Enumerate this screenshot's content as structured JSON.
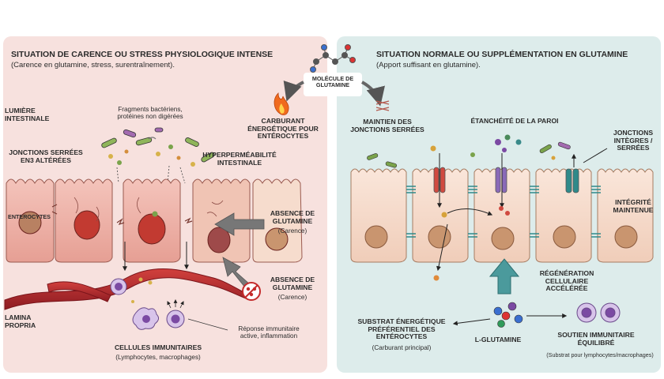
{
  "left": {
    "title": "SITUATION DE CARENCE OU STRESS PHYSIOLOGIQUE INTENSE",
    "subtitle": "(Carence en glutamine, stress, surentraînement).",
    "lumen_label": "LUMIÈRE\nINTESTINALE",
    "fragments_label": "Fragments bactériens,\nprotéines non digérées",
    "junctions_label": "JONCTIONS SERRÉES\nEN3 ALTÉRÉES",
    "enterocytes_label": "ENTEROCYTES",
    "hyperpermeability_label": "HYPERPERMÉABILITÉ\nINTESTINALE",
    "absence_top_label": "ABSENCE DE\nGLUTAMINE",
    "absence_top_sub": "(Carence)",
    "absence_bottom_label": "ABSENCE DE\nGLUTAMINE",
    "absence_bottom_sub": "(Carence)",
    "lamina_label": "LAMINA\nPROPRIA",
    "immune_response_label": "Réponse immunitaire\nactive, inflammation",
    "immune_cells_label": "CELLULES IMMUNITAIRES",
    "immune_cells_sub": "(Lymphocytes, macrophages)"
  },
  "center": {
    "fuel_label": "CARBURANT\nÉNERGÉTIQUE POUR\nENTÉROCYTES",
    "molecule_label": "MOLÉCULE DE\nGLUTAMINE"
  },
  "right": {
    "title": "SITUATION NORMALE OU SUPPLÉMENTATION EN GLUTAMINE",
    "subtitle": "(Apport suffisant en glutamine).",
    "maintain_label": "MAINTIEN DES\nJONCTIONS SERRÉES",
    "seal_label": "ÉTANCHÉITÉ DE LA PAROI",
    "junctions_label": "JONCTIONS\nINTÈGRES /\nSERRÉES",
    "integrity_label": "INTÉGRITÉ\nMAINTENUE",
    "regeneration_label": "RÉGÉNÉRATION\nCELLULAIRE\nACCÉLÉRÉE",
    "substrate_label": "SUBSTRAT ÉNERGÉTIQUE\nPRÉFÉRENTIEL DES\nENTÉROCYTES",
    "substrate_sub": "(Carburant principal)",
    "lglutamine_label": "L-GLUTAMINE",
    "immune_support_label": "SOUTIEN IMMUNITAIRE\nÉQUILIBRÉ",
    "immune_support_sub": "(Substrat pour lymphocytes/macrophages)"
  },
  "colors": {
    "left_panel_bg": "#f7e1de",
    "right_panel_bg": "#ddeceb",
    "left_cell_fill": "#eeb0a6",
    "right_cell_fill": "#f6dccd",
    "left_nucleus": "#c23a31",
    "right_nucleus": "#c9956f",
    "blood_vessel": "#b3262a",
    "glutamine_arrow": "#4b9a9c",
    "absence_arrow": "#777777",
    "flame": "#f06a1e"
  },
  "icons": [
    "flame-icon",
    "molecule-icon",
    "no-glutamine-icon",
    "junction-icon",
    "channel-icon",
    "bacteria-icon",
    "immune-cell-icon"
  ]
}
